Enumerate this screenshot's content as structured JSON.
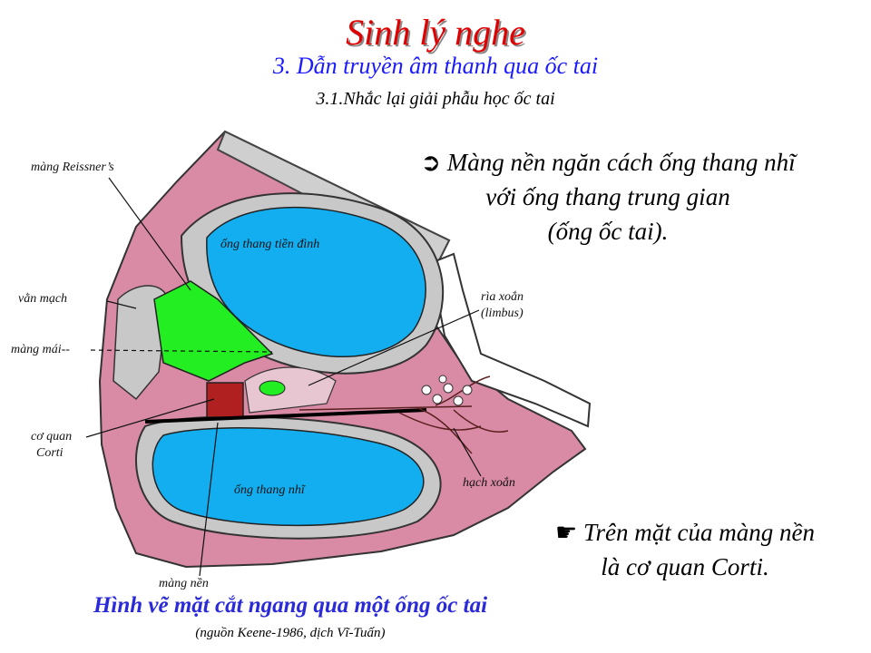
{
  "header": {
    "title": "Sinh lý nghe",
    "subtitle": "3. Dẫn truyền âm thanh qua ốc tai",
    "section": "3.1.Nhắc lại giải phẫu học ốc tai"
  },
  "notes": {
    "note1_marker": "➲",
    "note1_lines": [
      "Màng nền ngăn cách ống thang nhĩ",
      "với ống thang trung gian",
      "(ống ốc tai)."
    ],
    "note2_marker": "☛",
    "note2_lines": [
      "Trên mặt của màng nền",
      "là cơ quan Corti."
    ]
  },
  "labels": {
    "reissner": "màng Reissner’s",
    "van_mach": "vằn mạch",
    "mang_mai": "màng mái--",
    "co_quan": "cơ quan",
    "corti": "Corti",
    "mang_nen": "màng nền",
    "tien_dinh": "ống thang tiền đình",
    "thang_nhi": "ống thang nhĩ",
    "ria_xoan": "rìa xoắn",
    "limbus": "(limbus)",
    "hach_xoan": "hạch xoắn"
  },
  "caption": "Hình vẽ mặt cắt ngang qua một ống ốc tai",
  "source": "(nguồn Keene-1986, dịch Vĩ-Tuấn)",
  "colors": {
    "title": "#e00000",
    "subtitle": "#1a1aff",
    "caption": "#2a2ad8",
    "tissue": "#d98aa5",
    "scala": "#13aef0",
    "tectorial": "#22ee22",
    "bone": "#cfcfcf"
  }
}
